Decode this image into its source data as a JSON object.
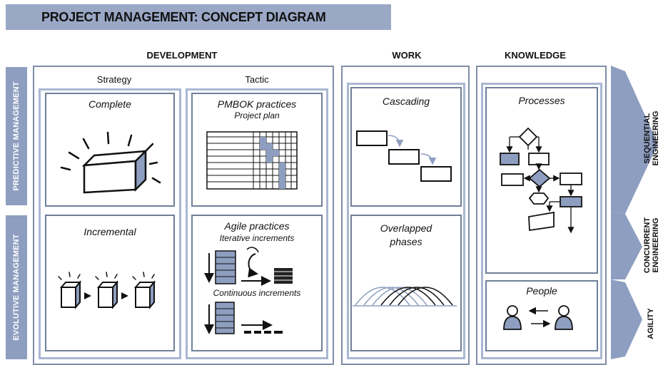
{
  "title": "PROJECT MANAGEMENT: CONCEPT DIAGRAM",
  "columns": {
    "development": "DEVELOPMENT",
    "work": "WORK",
    "knowledge": "KNOWLEDGE"
  },
  "rows": {
    "predictive": "PREDICTIVE MANAGEMENT",
    "evolutive": "EVOLUTIVE MANAGEMENT"
  },
  "sub_columns": {
    "strategy": "Strategy",
    "tactic": "Tactic"
  },
  "cells": {
    "complete": "Complete",
    "pmbok": "PMBOK practices",
    "project_plan": "Project plan",
    "incremental": "Incremental",
    "agile": "Agile practices",
    "iterative": "Iterative increments",
    "continuous": "Continuous increments",
    "cascading": "Cascading",
    "overlapped_1": "Overlapped",
    "overlapped_2": "phases",
    "processes": "Processes",
    "people": "People"
  },
  "arrows": {
    "sequential_1": "SEQUENTIAL",
    "sequential_2": "ENGINEERING",
    "concurrent_1": "CONCURRENT",
    "concurrent_2": "ENGINEERING",
    "agility": "AGILITY"
  },
  "colors": {
    "accent": "#8e9ec0",
    "panel_border": "#aab7d3",
    "title_bar": "#9aa8c6"
  }
}
